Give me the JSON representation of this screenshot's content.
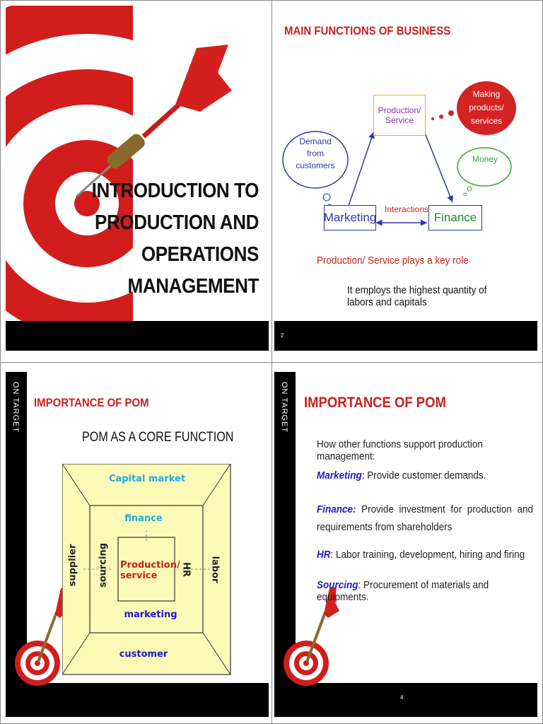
{
  "slide1": {
    "title_lines": [
      "INTRODUCTION TO",
      "PRODUCTION AND",
      "OPERATIONS MANAGEMENT"
    ]
  },
  "slide2": {
    "title": "MAIN FUNCTIONS OF BUSINESS",
    "production": "Production/ Service",
    "demand": "Demand from customers",
    "making": "Making products/ services",
    "money": "Money",
    "marketing": "Marketing",
    "finance": "Finance",
    "interactions": "Interactions",
    "key_role": "Production/ Service plays a key role",
    "employs": "It employs the highest quantity of labors and capitals",
    "page": "2"
  },
  "slide3": {
    "side": "ON TARGET",
    "title": "IMPORTANCE OF POM",
    "subtitle": "POM AS A CORE FUNCTION",
    "capital": "Capital market",
    "finance": "finance",
    "supplier": "supplier",
    "sourcing": "sourcing",
    "production": "Production/ service",
    "hr": "HR",
    "labor": "labor",
    "marketing": "marketing",
    "customer": "customer"
  },
  "slide4": {
    "side": "ON TARGET",
    "title": "IMPORTANCE OF POM",
    "intro": "How other functions support production management:",
    "items": [
      {
        "term": "Marketing",
        "text": ": Provide customer demands."
      },
      {
        "term": "Finance:",
        "text": " Provide investment for production and requirements from shareholders"
      },
      {
        "term": "HR",
        "text": ": Labor training, development, hiring and firing"
      },
      {
        "term": "Sourcing",
        "text": ": Procurement of materials and equipments."
      }
    ],
    "page": "4"
  },
  "colors": {
    "red": "#cc1f1f",
    "blue": "#1a1acc",
    "black": "#000000"
  }
}
